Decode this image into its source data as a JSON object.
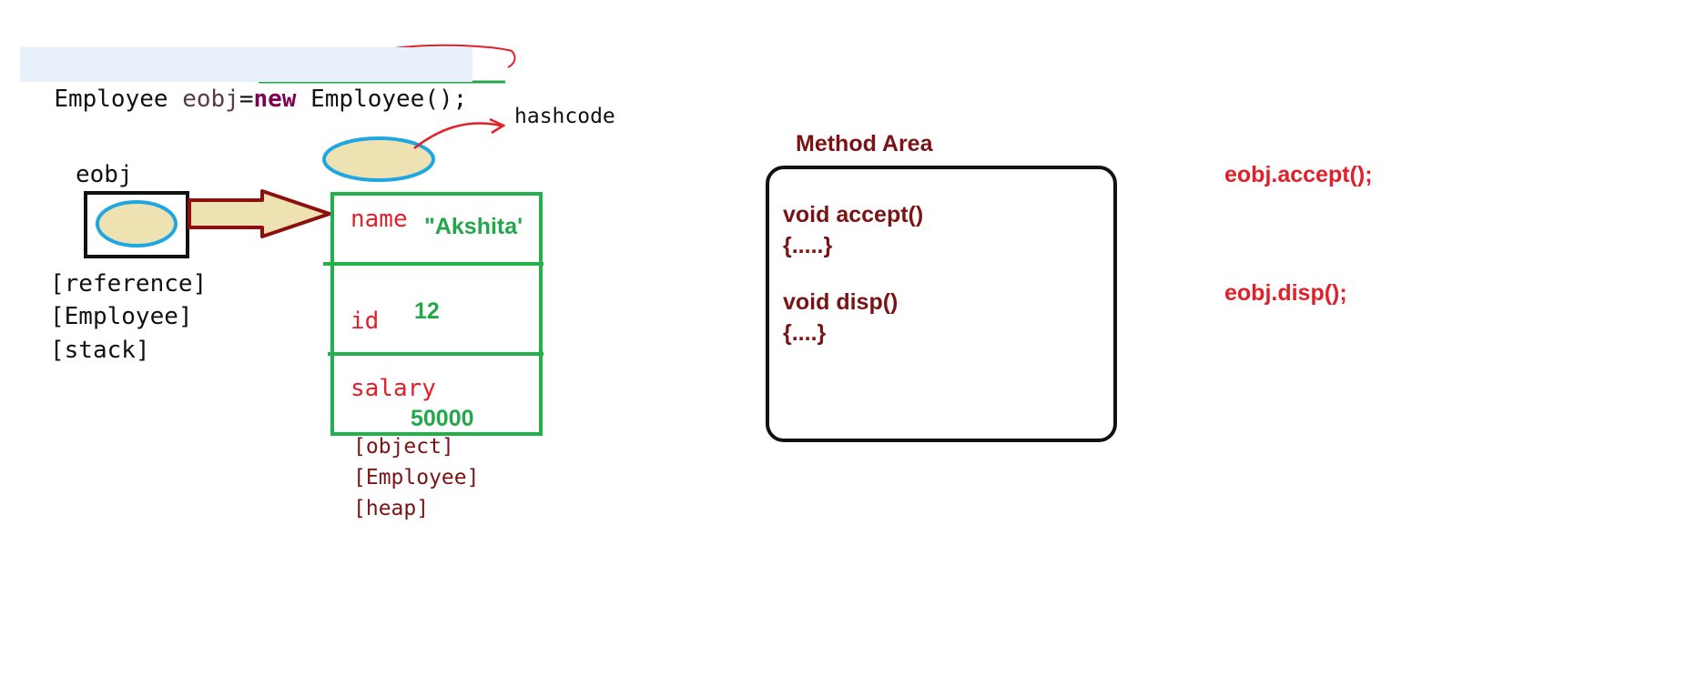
{
  "code": {
    "type_name": "Employee",
    "var_name": "eobj",
    "equals": "=",
    "keyword": "new",
    "constructor_call": "Employee();"
  },
  "hashcode_label": "hashcode",
  "reference": {
    "name": "eobj",
    "tags": [
      "[reference]",
      "[Employee]",
      "[stack]"
    ]
  },
  "object": {
    "fields": [
      {
        "name": "name",
        "value": "\"Akshita'"
      },
      {
        "name": "id",
        "value": "12"
      },
      {
        "name": "salary",
        "value": "50000"
      }
    ],
    "tags": [
      "[object]",
      "[Employee]",
      "[heap]"
    ]
  },
  "method_area": {
    "title": "Method Area",
    "methods": [
      {
        "signature": "void accept()",
        "body": "{.....}"
      },
      {
        "signature": "void disp()",
        "body": "{....}"
      }
    ]
  },
  "calls": [
    "eobj.accept();",
    "eobj.disp();"
  ],
  "colors": {
    "ellipse_fill": "#efe2b2",
    "ellipse_stroke": "#1ea7e1",
    "object_border": "#22b04b",
    "arrow_outline": "#8b1010",
    "pen_red": "#e0202a",
    "underline_green": "#22a84a",
    "method_text": "#7a1414"
  }
}
